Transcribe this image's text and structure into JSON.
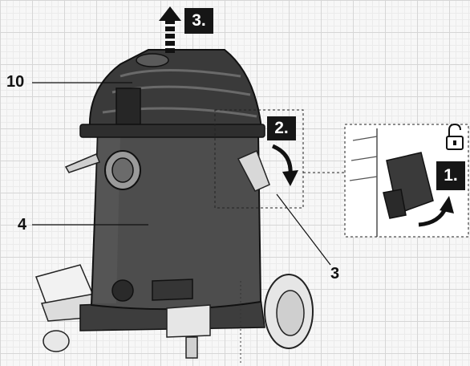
{
  "callouts": {
    "part_10": "10",
    "part_4": "4",
    "part_3": "3"
  },
  "steps": {
    "step_1": "1.",
    "step_2": "2.",
    "step_3": "3."
  },
  "icons": {
    "unlock": "unlock-padlock-icon",
    "up_arrow": "upward-lift-arrow-icon",
    "down_arrow": "downward-curved-arrow-icon",
    "up_curve_arrow": "upward-curved-arrow-icon"
  },
  "colors": {
    "body": "#4d4d4d",
    "head": "#3a3a3a",
    "ink": "#111111",
    "wheel": "#e6e6e6"
  }
}
